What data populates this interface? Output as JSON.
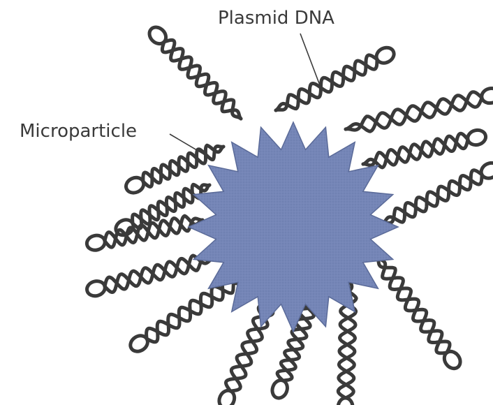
{
  "labels": {
    "plasmid": "Plasmid DNA",
    "particle": "Microparticle"
  },
  "colors": {
    "particle_fill": "#7586b7",
    "particle_edge": "#5a6a98",
    "strand": "#3a3a3a",
    "text": "#3a3a3a"
  },
  "structure": {
    "particle_shape": "star",
    "particle_points": 20,
    "plasmid_strand_count": 14
  }
}
